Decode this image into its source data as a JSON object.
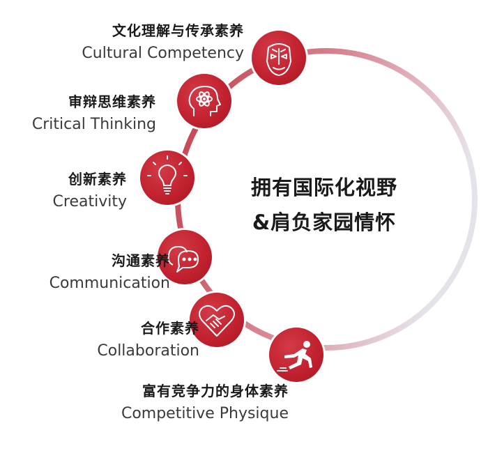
{
  "center": {
    "line1": "拥有国际化视野",
    "line2": "&肩负家园情怀"
  },
  "colors": {
    "node_red": "#c2222f",
    "ring_start": "#c33a48",
    "ring_end": "#e8e4ec",
    "text_dark": "#1a1a1a"
  },
  "competencies": [
    {
      "zh": "文化理解与传承素养",
      "en": "Cultural Competency",
      "icon": "opera-mask-icon"
    },
    {
      "zh": "审辩思维素养",
      "en": "Critical Thinking",
      "icon": "brain-atom-icon"
    },
    {
      "zh": "创新素养",
      "en": "Creativity",
      "icon": "lightbulb-icon"
    },
    {
      "zh": "沟通素养",
      "en": "Communication",
      "icon": "speech-bubbles-icon"
    },
    {
      "zh": "合作素养",
      "en": "Collaboration",
      "icon": "heart-handshake-icon"
    },
    {
      "zh": "富有竞争力的身体素养",
      "en": "Competitive Physique",
      "icon": "sprinter-icon"
    }
  ]
}
